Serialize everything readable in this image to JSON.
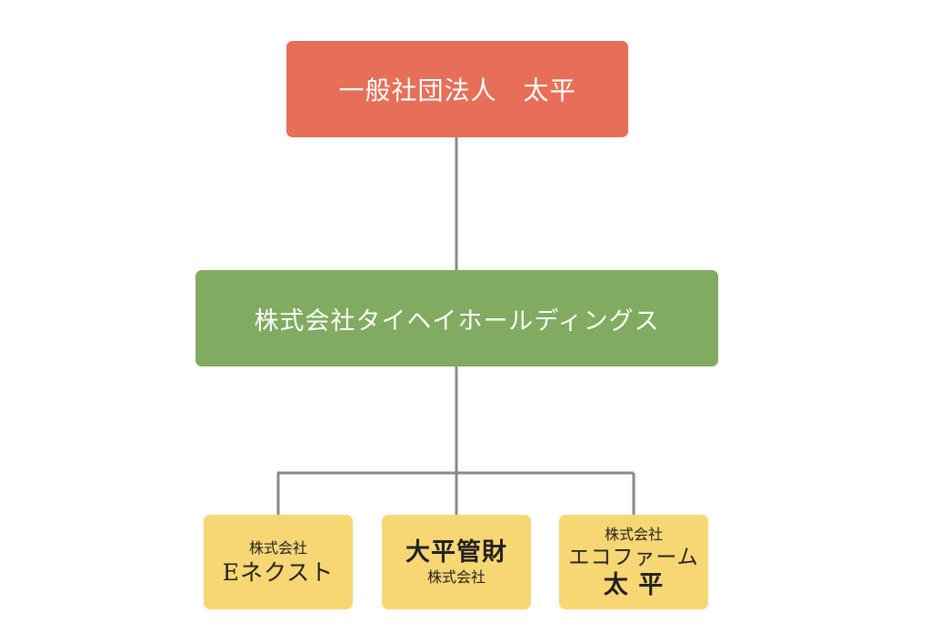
{
  "colors": {
    "top_box": "#e76f58",
    "mid_box": "#80ab60",
    "child_box": "#f7d674",
    "connector": "#888888"
  },
  "top": {
    "label": "一般社団法人　太平"
  },
  "middle": {
    "label": "株式会社タイヘイホールディングス"
  },
  "children": [
    {
      "line1": "株式会社",
      "line2": "Eネクスト"
    },
    {
      "line1": "大平管財",
      "line2": "株式会社"
    },
    {
      "line1": "株式会社",
      "line2": "エコファーム",
      "line3": "太 平"
    }
  ]
}
